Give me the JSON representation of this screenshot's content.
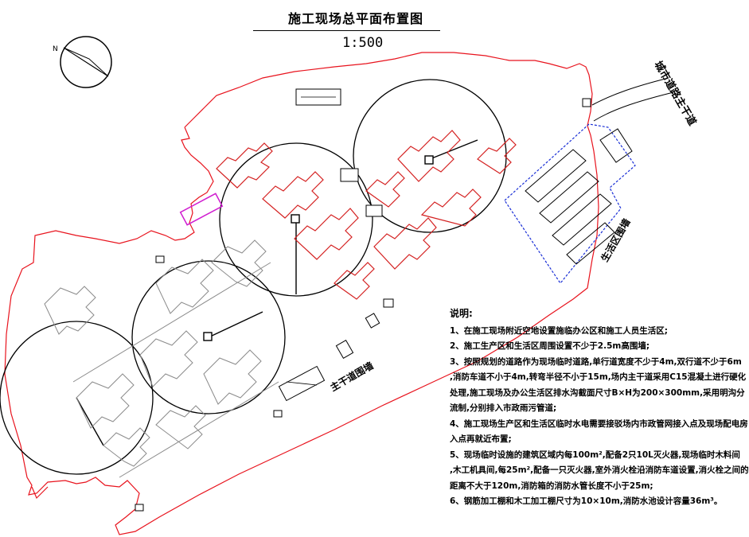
{
  "title": "施工现场总平面布置图",
  "scale": "1:500",
  "north_label": "N",
  "labels": {
    "road_right": "城市道路主干道",
    "living_area": "生活区围墙",
    "road_bottom": "主干道围墙"
  },
  "notes": {
    "heading": "说明:",
    "lines": [
      "1、在施工现场附近空地设置施临办公区和施工人员生活区;",
      "2、施工生产区和生活区周围设置不少于2.5m高围墙;",
      "3、按照规划的道路作为现场临时道路,单行道宽度不少于4m,双行道不少于6m",
      ",消防车道不小于4m,转弯半径不小于15m,场内主干道采用C15混凝土进行硬化",
      "处理,施工现场及办公生活区排水沟截面尺寸B×H为200×300mm,采用明沟分",
      "流制,分别排入市政雨污管道;",
      "4、施工现场生产区和生活区临时水电需要接驳场内市政管网接入点及现场配电房",
      "入点再就近布置;",
      "5、现场临时设施的建筑区域内每100m²,配备2只10L灭火器,现场临时木料间",
      ",木工机具间,每25m²,配备一只灭火器,室外消火栓沿消防车道设置,消火栓之间的",
      "距离不大于120m,消防箱的消防水管长度不小于25m;",
      "6、钢筋加工棚和木工加工棚尺寸为10×10m,消防水池设计容量36m³。"
    ]
  },
  "colors": {
    "boundary": "#e8131d",
    "buildings": "#d42020",
    "existing": "#8a8a8a",
    "living_area": "#1a2fd6",
    "marker": "#d01ed0",
    "ink": "#000000"
  }
}
